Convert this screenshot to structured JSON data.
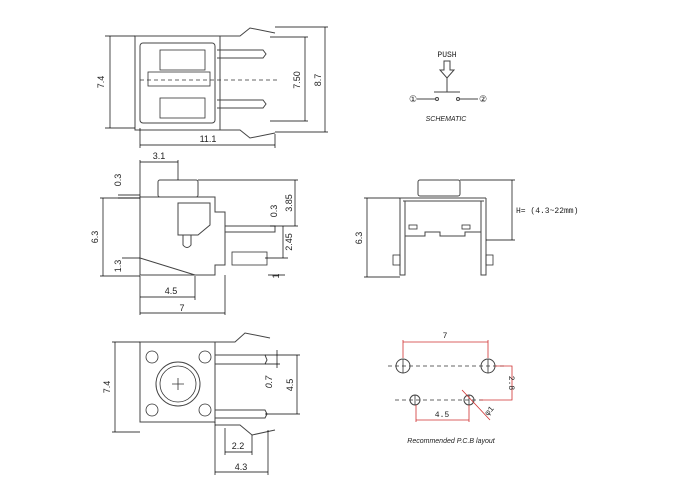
{
  "top_view": {
    "dim_width": "7.4",
    "dim_length": "11.1",
    "dim_pin_span": "7.50",
    "dim_total": "8.7"
  },
  "schematic": {
    "push_label": "PUSH",
    "pin1": "①",
    "pin2": "②",
    "caption": "SCHEMATIC"
  },
  "side_view": {
    "dim_actuator": "3.1",
    "dim_step_top": "0.3",
    "dim_height": "6.3",
    "dim_base": "1.3",
    "dim_slope": "4.5",
    "dim_depth": "7",
    "dim_act_height": "3.85",
    "dim_pin_thick": "0.3",
    "dim_pin_height": "2.45",
    "dim_bottom": "1"
  },
  "front_view": {
    "dim_height": "6.3",
    "dim_h": "H= (4.3~22mm)"
  },
  "bottom_view": {
    "dim_width": "7.4",
    "dim_pin_w": "0.7",
    "dim_pin_pitch": "4.5",
    "dim_off1": "2.2",
    "dim_off2": "4.3"
  },
  "pcb_layout": {
    "dim_x": "7",
    "dim_y": "2.8",
    "dim_x2": "4.5",
    "dim_hole": "φ1",
    "caption": "Recommended P.C.B layout"
  }
}
